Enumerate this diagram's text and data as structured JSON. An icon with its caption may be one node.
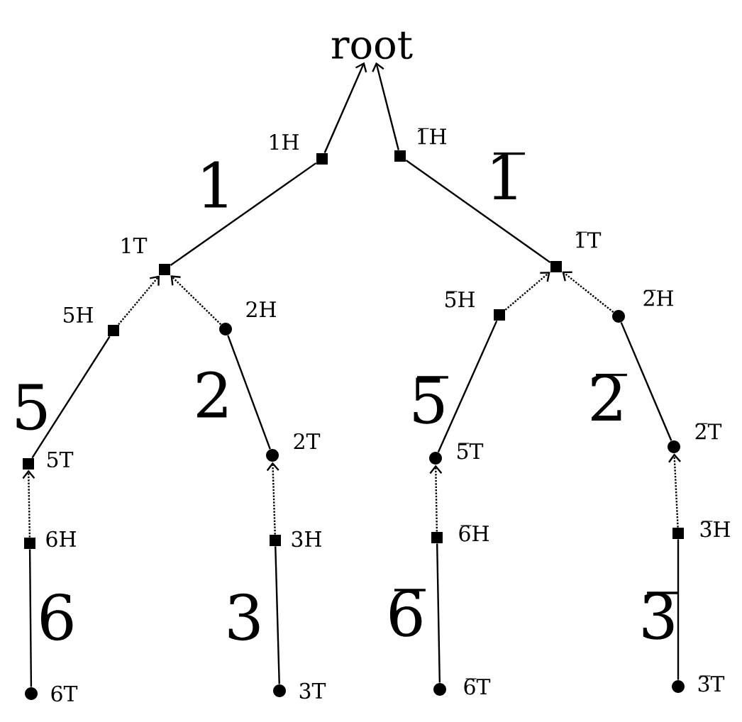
{
  "diagram": {
    "nodes": [
      {
        "text": [
          "root"
        ]
      },
      {
        "text": [],
        "shape": "box",
        "beside": [
          "1H"
        ]
      },
      {
        "text": [],
        "shape": "box",
        "beside": [
          "1̅H"
        ]
      },
      {
        "text": [],
        "shape": "box",
        "beside": [
          "1T"
        ]
      },
      {
        "text": [],
        "shape": "box",
        "beside": [
          "1̅T"
        ]
      },
      {
        "text": [],
        "shape": "box",
        "beside": [
          "5H"
        ]
      },
      {
        "text": [],
        "shape": "circle",
        "beside": [
          "2H"
        ]
      },
      {
        "text": [],
        "shape": "box",
        "beside": [
          "5̅H"
        ]
      },
      {
        "text": [],
        "shape": "circle",
        "beside": [
          "2̅H"
        ]
      },
      {
        "text": [],
        "shape": "box",
        "beside": [
          "5T"
        ]
      },
      {
        "text": [],
        "shape": "circle",
        "beside": [
          "2T"
        ]
      },
      {
        "text": [],
        "shape": "circle",
        "beside": [
          "5̅T"
        ]
      },
      {
        "text": [],
        "shape": "circle",
        "beside": [
          "2̅T"
        ]
      },
      {
        "text": [],
        "shape": "box",
        "beside": [
          "6H"
        ]
      },
      {
        "text": [],
        "shape": "box",
        "beside": [
          "3H"
        ]
      },
      {
        "text": [],
        "shape": "box",
        "beside": [
          "6̅H"
        ]
      },
      {
        "text": [],
        "shape": "box",
        "beside": [
          "3̅H"
        ]
      },
      {
        "text": [],
        "shape": "circle",
        "beside": [
          "6T"
        ]
      },
      {
        "text": [],
        "shape": "circle",
        "beside": [
          "3T"
        ]
      },
      {
        "text": [],
        "shape": "circle",
        "beside": [
          "6̅T"
        ]
      },
      {
        "text": [],
        "shape": "circle",
        "beside": [
          "3̅T"
        ]
      }
    ],
    "edges": [
      {
        "from": 1,
        "to": 0,
        "arrow": "to"
      },
      {
        "from": 2,
        "to": 0,
        "arrow": "to"
      },
      {
        "from": 3,
        "to": 1,
        "arrow": "none",
        "label": "1"
      },
      {
        "from": 4,
        "to": 2,
        "arrow": "none",
        "label": "1̅"
      },
      {
        "from": 5,
        "to": 3,
        "arrow": "to",
        "style": "dashed"
      },
      {
        "from": 6,
        "to": 3,
        "arrow": "to",
        "style": "dashed"
      },
      {
        "from": 7,
        "to": 4,
        "arrow": "to",
        "style": "dashed"
      },
      {
        "from": 8,
        "to": 4,
        "arrow": "to",
        "style": "dashed"
      },
      {
        "from": 9,
        "to": 5,
        "arrow": "none",
        "label": "5"
      },
      {
        "from": 10,
        "to": 6,
        "arrow": "none",
        "label": "2"
      },
      {
        "from": 11,
        "to": 7,
        "arrow": "none",
        "label": "5̅"
      },
      {
        "from": 12,
        "to": 8,
        "arrow": "none",
        "label": "2̅"
      },
      {
        "from": 13,
        "to": 9,
        "arrow": "to",
        "style": "dashed"
      },
      {
        "from": 14,
        "to": 10,
        "arrow": "to",
        "style": "dashed"
      },
      {
        "from": 15,
        "to": 11,
        "arrow": "to",
        "style": "dashed"
      },
      {
        "from": 16,
        "to": 12,
        "arrow": "to",
        "style": "dashed"
      },
      {
        "from": 17,
        "to": 13,
        "arrow": "none",
        "label": "6"
      },
      {
        "from": 18,
        "to": 14,
        "arrow": "none",
        "label": "3"
      },
      {
        "from": 19,
        "to": 15,
        "arrow": "none",
        "label": "6̅"
      },
      {
        "from": 20,
        "to": 16,
        "arrow": "none",
        "label": "3̅"
      }
    ]
  }
}
